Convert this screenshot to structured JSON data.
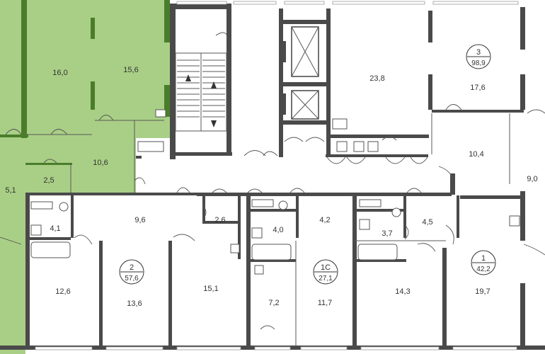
{
  "colors": {
    "highlight": "#a9cf86",
    "highlight_wall": "#4a7d2a",
    "wall": "#4a4a4a",
    "background": "#ffffff"
  },
  "room_areas": {
    "r16_0": "16,0",
    "r15_6": "15,6",
    "r10_6": "10,6",
    "r2_5": "2,5",
    "r5_1": "5,1",
    "r23_8": "23,8",
    "r17_6": "17,6",
    "r10_4": "10,4",
    "r9_0": "9,0",
    "r9_6": "9,6",
    "r4_1": "4,1",
    "r2_6": "2,6",
    "r4_0": "4,0",
    "r4_2": "4,2",
    "r3_7": "3,7",
    "r4_5": "4,5",
    "r12_6": "12,6",
    "r13_6": "13,6",
    "r15_1": "15,1",
    "r7_2": "7,2",
    "r11_7": "11,7",
    "r14_3": "14,3",
    "r19_7": "19,7"
  },
  "apartments": [
    {
      "number": "3",
      "area": "98,9"
    },
    {
      "number": "2",
      "area": "57,6"
    },
    {
      "number": "1C",
      "area": "27,1"
    },
    {
      "number": "1",
      "area": "42,2"
    }
  ]
}
